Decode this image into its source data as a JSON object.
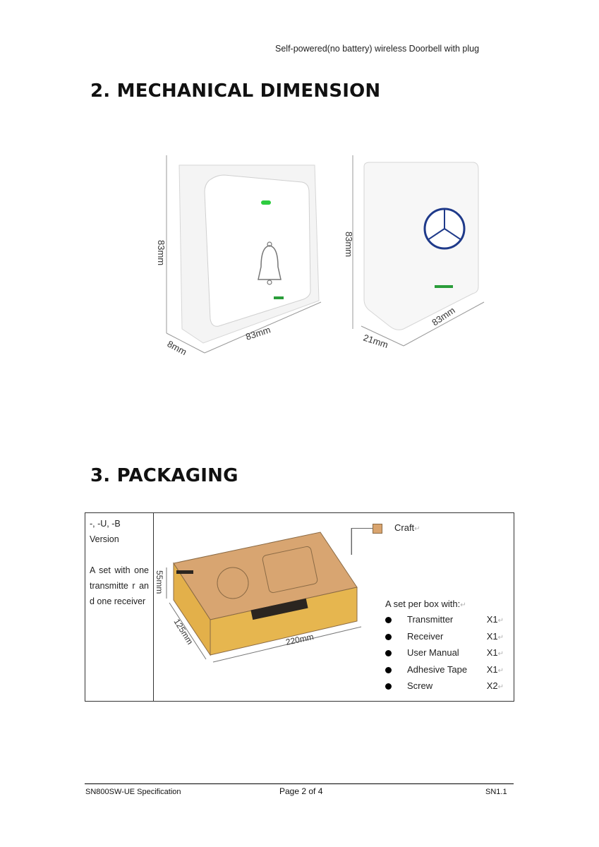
{
  "header": {
    "title": "Self-powered(no battery) wireless Doorbell with plug"
  },
  "sections": {
    "mechanical": {
      "title": "2. MECHANICAL DIMENSION"
    },
    "packaging": {
      "title": "3. PACKAGING"
    }
  },
  "dimensions": {
    "transmitter_height": "83mm",
    "transmitter_width": "83mm",
    "transmitter_depth": "8mm",
    "receiver_height": "83mm",
    "receiver_width": "83mm",
    "receiver_depth": "21mm"
  },
  "packaging": {
    "version": "-, -U, -B Version",
    "description": "A set with one transmitte r and one receiver",
    "craft_label": "Craft",
    "box_height": "55mm",
    "box_depth": "125mm",
    "box_length": "220mm",
    "set_title": "A set per box with:",
    "items": [
      {
        "name": "Transmitter",
        "qty": "X1"
      },
      {
        "name": "Receiver",
        "qty": "X1"
      },
      {
        "name": "User Manual",
        "qty": "X1"
      },
      {
        "name": "Adhesive Tape",
        "qty": "X1"
      },
      {
        "name": "Screw",
        "qty": "X2"
      }
    ]
  },
  "footer": {
    "left": "SN800SW-UE Specification",
    "center": "Page 2 of 4",
    "right": "SN1.1"
  },
  "colors": {
    "led": "#2ecc40",
    "ring": "#1f3a8a",
    "box_kraft": "#d9a46e",
    "box_side": "#e3b04a"
  }
}
